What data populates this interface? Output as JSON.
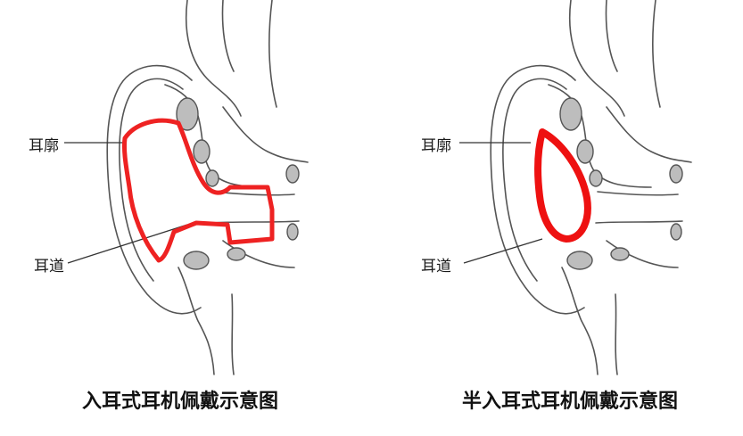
{
  "left_diagram": {
    "label_auricle": "耳廓",
    "label_canal": "耳道",
    "caption": "入耳式耳机佩戴示意图"
  },
  "right_diagram": {
    "label_auricle": "耳廓",
    "label_canal": "耳道",
    "caption": "半入耳式耳机佩戴示意图"
  },
  "colors": {
    "outline": "#555555",
    "cartilage_fill": "#bdbdbd",
    "highlight": "#ee2222"
  }
}
